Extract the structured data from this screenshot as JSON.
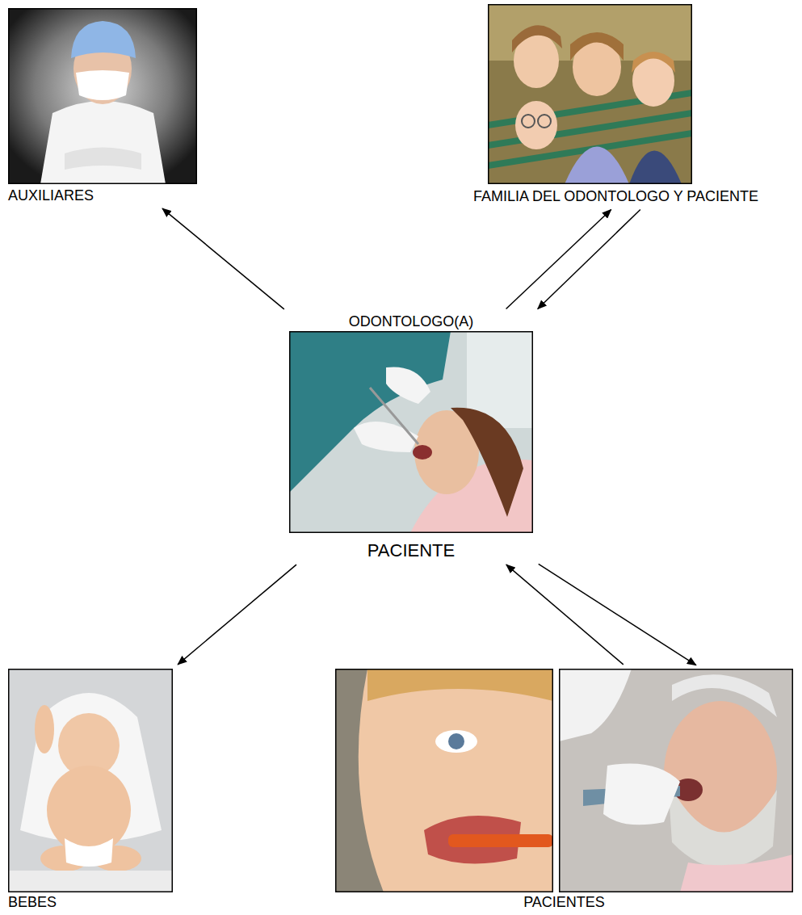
{
  "diagram": {
    "nodes": [
      {
        "text": [
          "AUXILIARES"
        ]
      },
      {
        "text": [
          "FAMILIA DEL ODONTOLOGO Y PACIENTE"
        ]
      },
      {
        "text": [
          "ODONTOLOGO(A)",
          "PACIENTE"
        ]
      },
      {
        "text": [
          "BEBES"
        ]
      },
      {
        "text": [
          "PACIENTES"
        ]
      }
    ],
    "edges": [
      {
        "from": 2,
        "to": 0,
        "arrow": "to"
      },
      {
        "from": 2,
        "to": 1,
        "arrow": "to"
      },
      {
        "from": 1,
        "to": 2,
        "arrow": "to"
      },
      {
        "from": 2,
        "to": 3,
        "arrow": "to"
      },
      {
        "from": 2,
        "to": 4,
        "arrow": "to"
      },
      {
        "from": 4,
        "to": 2,
        "arrow": "to"
      }
    ]
  }
}
